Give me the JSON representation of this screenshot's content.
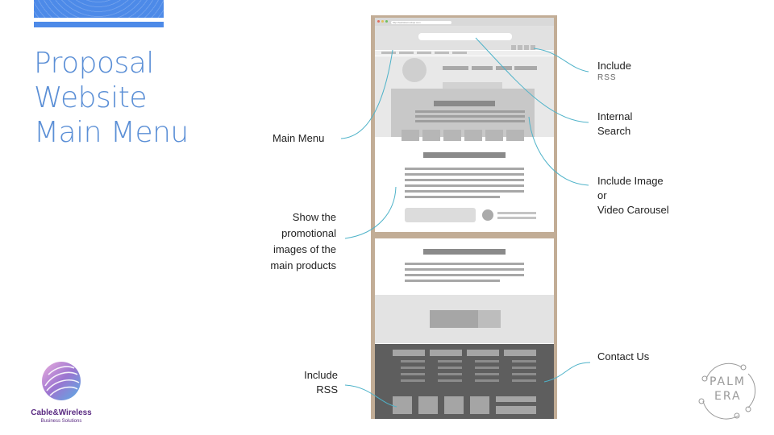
{
  "slide": {
    "title_lines": [
      "Proposal",
      "Website",
      "Main Menu"
    ]
  },
  "annotations": {
    "main_menu": "Main Menu",
    "promo_lines": [
      "Show the",
      "promotional",
      "images of the",
      "main products"
    ],
    "include_rss_bottom_lines": [
      "Include",
      "RSS"
    ],
    "include_rss_top": "Include",
    "include_rss_top_sub": "RSS",
    "internal_search_lines": [
      "Internal",
      "Search"
    ],
    "carousel_lines": [
      "Include Image",
      "or",
      "Video Carousel"
    ],
    "contact_us": "Contact Us"
  },
  "mockup": {
    "url_text": "http://websitemockup.com"
  },
  "logos": {
    "left": {
      "name": "Cable&Wireless",
      "tagline": "Business Solutions"
    },
    "right": {
      "line1": "PALM",
      "line2": "ERA"
    }
  },
  "colors": {
    "accent_blue": "#4d8ae8",
    "title_blue": "#5b8fd6",
    "leader_teal": "#4fb3c9",
    "frame_tan": "#c2ad96",
    "cw_purple": "#5a2a82"
  }
}
